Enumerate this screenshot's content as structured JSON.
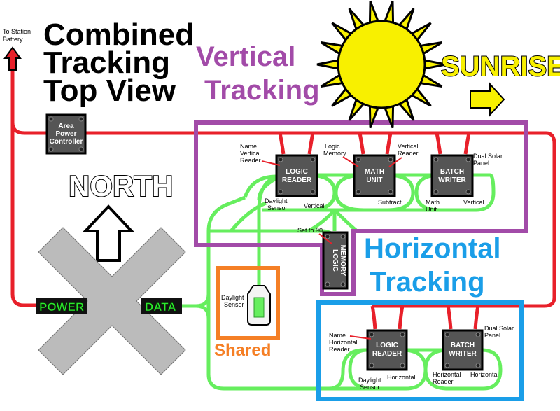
{
  "title": {
    "line1": "Combined",
    "line2": "Tracking",
    "line3": "Top View"
  },
  "station_battery": {
    "line1": "To Station",
    "line2": "Battery"
  },
  "area_power_controller": {
    "line1": "Area",
    "line2": "Power",
    "line3": "Controller"
  },
  "north_label": "NORTH",
  "sunrise_label": "SUNRISE",
  "vertical_title": {
    "line1": "Vertical",
    "line2": "Tracking"
  },
  "horizontal_title": {
    "line1": "Horizontal",
    "line2": "Tracking"
  },
  "shared_title": "Shared",
  "power_label": "POWER",
  "data_label": "DATA",
  "colors": {
    "power_cable": "#e8202a",
    "data_cable": "#66ee5e",
    "vertical_group": "#a24ba8",
    "horizontal_group": "#1a9ee8",
    "shared_group": "#f57f25",
    "sun": "#f8f000",
    "device": "#555555"
  },
  "icons": [
    "up-arrow-icon",
    "right-arrow-icon",
    "sun-icon",
    "daylight-sensor-icon",
    "station-x-icon"
  ],
  "vertical": {
    "logic_reader": {
      "l1": "LOGIC",
      "l2": "READER"
    },
    "math_unit": {
      "l1": "MATH",
      "l2": "UNIT"
    },
    "batch_writer": {
      "l1": "BATCH",
      "l2": "WRITER"
    },
    "logic_memory": {
      "l1": "LOGIC",
      "l2": "MEMORY"
    },
    "ann_name": "Name",
    "ann_vertical_reader": "Vertical",
    "ann_reader": "Reader",
    "ann_daylight": "Daylight",
    "ann_sensor": "Sensor",
    "ann_vertical": "Vertical",
    "ann_logic": "Logic",
    "ann_memory": "Memory",
    "ann_subtract": "Subtract",
    "ann_vreader_1": "Vertical",
    "ann_vreader_2": "Reader",
    "ann_dual_1": "Dual Solar",
    "ann_dual_2": "Panel",
    "ann_math_1": "Math",
    "ann_math_2": "Unit",
    "ann_vertical_bw": "Vertical",
    "ann_set": "Set to 90"
  },
  "horizontal": {
    "logic_reader": {
      "l1": "LOGIC",
      "l2": "READER"
    },
    "batch_writer": {
      "l1": "BATCH",
      "l2": "WRITER"
    },
    "ann_name": "Name",
    "ann_horizontal": "Horizontal",
    "ann_reader": "Reader",
    "ann_daylight": "Daylight",
    "ann_sensor": "Sensor",
    "ann_horizontal_lr": "Horizontal",
    "ann_dual_1": "Dual Solar",
    "ann_dual_2": "Panel",
    "ann_hreader_1": "Horizontal",
    "ann_hreader_2": "Reader",
    "ann_horizontal_bw": "Horizontal"
  },
  "shared": {
    "daylight_1": "Daylight",
    "daylight_2": "Sensor"
  }
}
